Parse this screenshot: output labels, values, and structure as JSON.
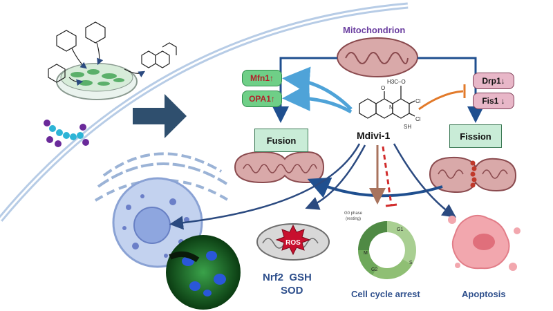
{
  "title": "Mitochondrion",
  "drug": "Mdivi-1",
  "regulators": {
    "fusion_up": [
      "Mfn1↑",
      "OPA1↑"
    ],
    "fission_down": [
      "Drp1↓",
      "Fis1 ↓"
    ]
  },
  "processes": {
    "fusion": "Fusion",
    "fission": "Fission"
  },
  "outcomes": {
    "ros": "ROS",
    "antioxidants_line1": "Nrf2  GSH",
    "antioxidants_line2": "SOD",
    "cell_cycle": "Cell cycle arrest",
    "apoptosis": "Apoptosis"
  },
  "cell_cycle_phases": [
    "G1",
    "S",
    "G2",
    "M"
  ],
  "cell_cycle_note": [
    "G0 phase",
    "(resting)"
  ],
  "molecule_labels": {
    "methoxy": "H3C–O",
    "chlorine": "Cl",
    "oxygen": "O",
    "nitrogen": "N",
    "thiol": "SH"
  },
  "colors": {
    "title": "#6b3fa0",
    "regulator_red": "#b3202a",
    "outcome_blue": "#2e4f8c",
    "arrow_blue": "#1f4f8f",
    "arrow_light": "#4fa3d8",
    "inhibit_orange": "#e27a2a",
    "inhibit_red": "#d12c2c",
    "mito_pink": "#c9898f",
    "mito_dark": "#8a4a4e"
  }
}
